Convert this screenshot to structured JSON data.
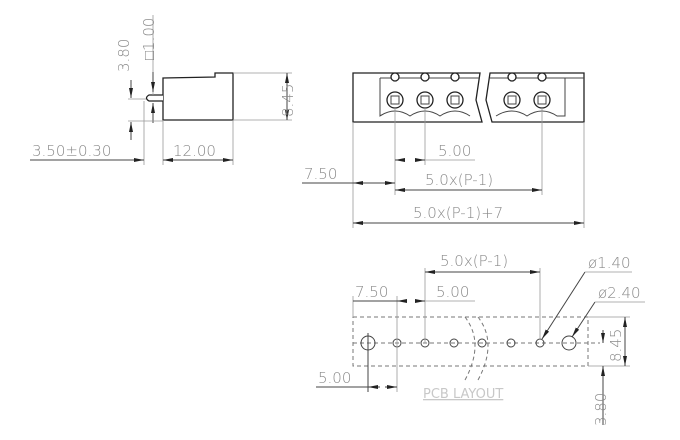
{
  "side_view": {
    "pin_offset": "3.80",
    "pin_square": "□1.00",
    "height": "8.45",
    "depth": "12.00",
    "pin_length": "3.50±0.30"
  },
  "front_view": {
    "pitch": "5.00",
    "end_offset": "7.50",
    "span": "5.0x(P-1)",
    "total": "5.0x(P-1)+7"
  },
  "pcb_layout": {
    "title": "PCB LAYOUT",
    "span": "5.0x(P-1)",
    "end_offset": "7.50",
    "pitch": "5.00",
    "hole_small": "ø1.40",
    "hole_large": "ø2.40",
    "height": "8.45",
    "offset_bottom": "3.80",
    "mount_offset": "5.00"
  }
}
